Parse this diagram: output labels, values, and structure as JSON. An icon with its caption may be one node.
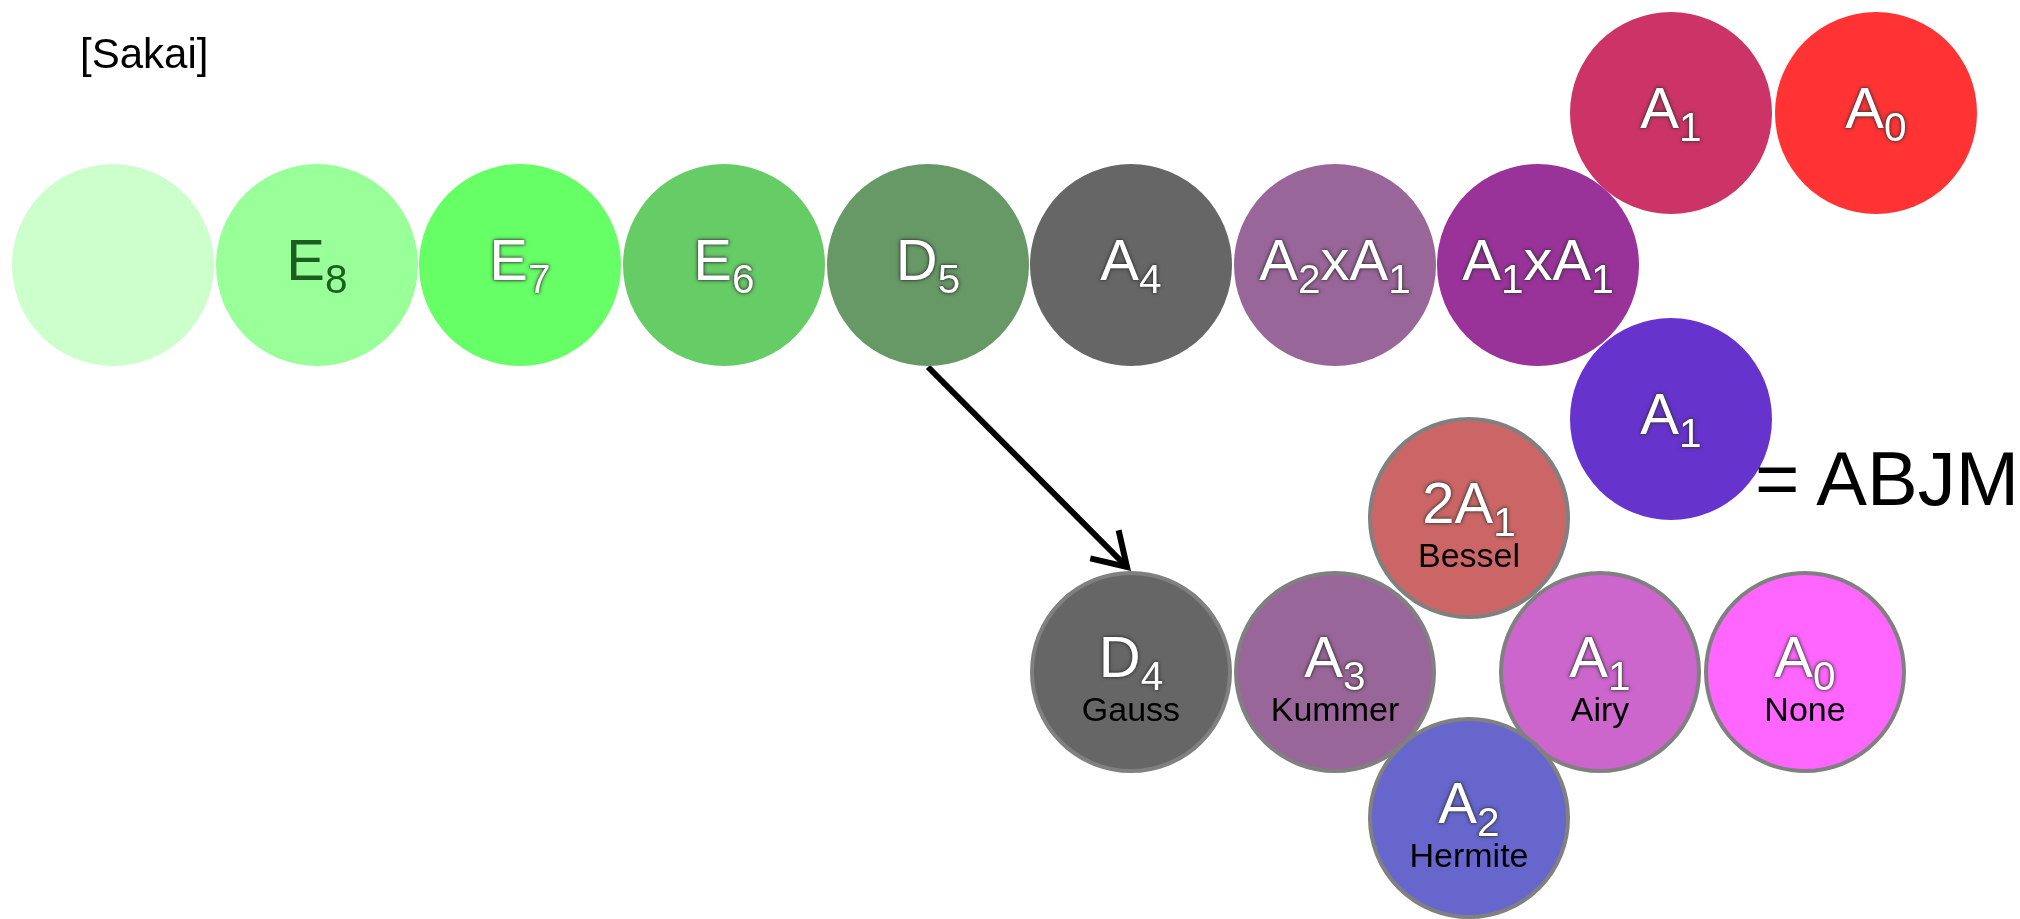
{
  "diagram": {
    "nodes": [
      {
        "text": [
          "A$_{1}$"
        ]
      },
      {
        "text": [
          "A$_{0}$"
        ]
      },
      {
        "text": [],
        "shape": "circle"
      },
      {
        "text": [
          "E$_{8}$"
        ]
      },
      {
        "text": [
          "E$_{7}$"
        ]
      },
      {
        "text": [
          "E$_{6}$"
        ]
      },
      {
        "text": [
          "D$_{5}$"
        ]
      },
      {
        "text": [
          "A$_{4}$"
        ]
      },
      {
        "text": [
          "A$_{2}$xA$_{1}$"
        ]
      },
      {
        "text": [
          "A$_{1}$xA$_{1}$"
        ]
      },
      {
        "text": [
          "A$_{1}$"
        ]
      },
      {
        "text": [
          "2A$_{1}$",
          "Bessel"
        ]
      },
      {
        "text": [
          "D$_{4}$",
          "Gauss"
        ]
      },
      {
        "text": [
          "A$_{3}$",
          "Kummer"
        ]
      },
      {
        "text": [
          "A$_{1}$",
          "Airy"
        ]
      },
      {
        "text": [
          "A$_{0}$",
          "None"
        ]
      },
      {
        "text": [
          "A$_{2}$",
          "Hermite"
        ]
      }
    ],
    "edges": [
      {
        "from": 6,
        "to": 12,
        "arrow": "to"
      }
    ],
    "labels": [
      "[Sakai]",
      "= ABJM"
    ]
  }
}
